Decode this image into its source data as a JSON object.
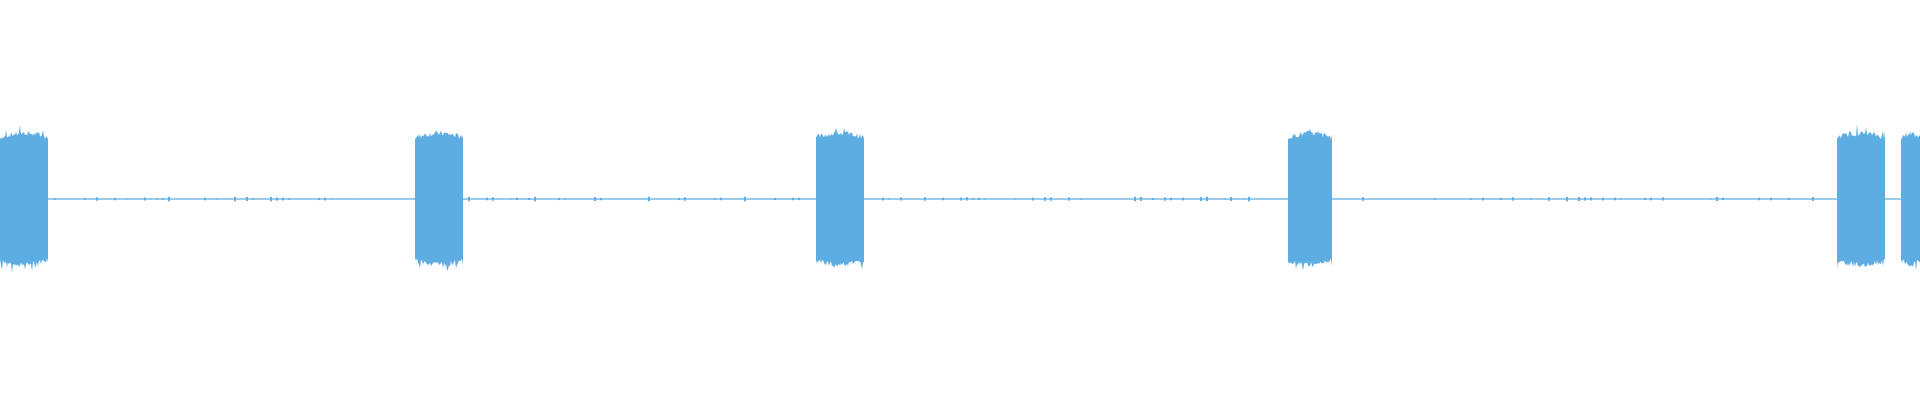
{
  "waveform": {
    "color": "#5dade2",
    "background": "#ffffff",
    "segment_count": 6,
    "bursts": [
      {
        "start": 0.0,
        "end": 0.025
      },
      {
        "start": 0.216,
        "end": 0.241
      },
      {
        "start": 0.425,
        "end": 0.45
      },
      {
        "start": 0.671,
        "end": 0.694
      },
      {
        "start": 0.957,
        "end": 0.982
      },
      {
        "start": 0.99,
        "end": 1.0
      }
    ]
  }
}
